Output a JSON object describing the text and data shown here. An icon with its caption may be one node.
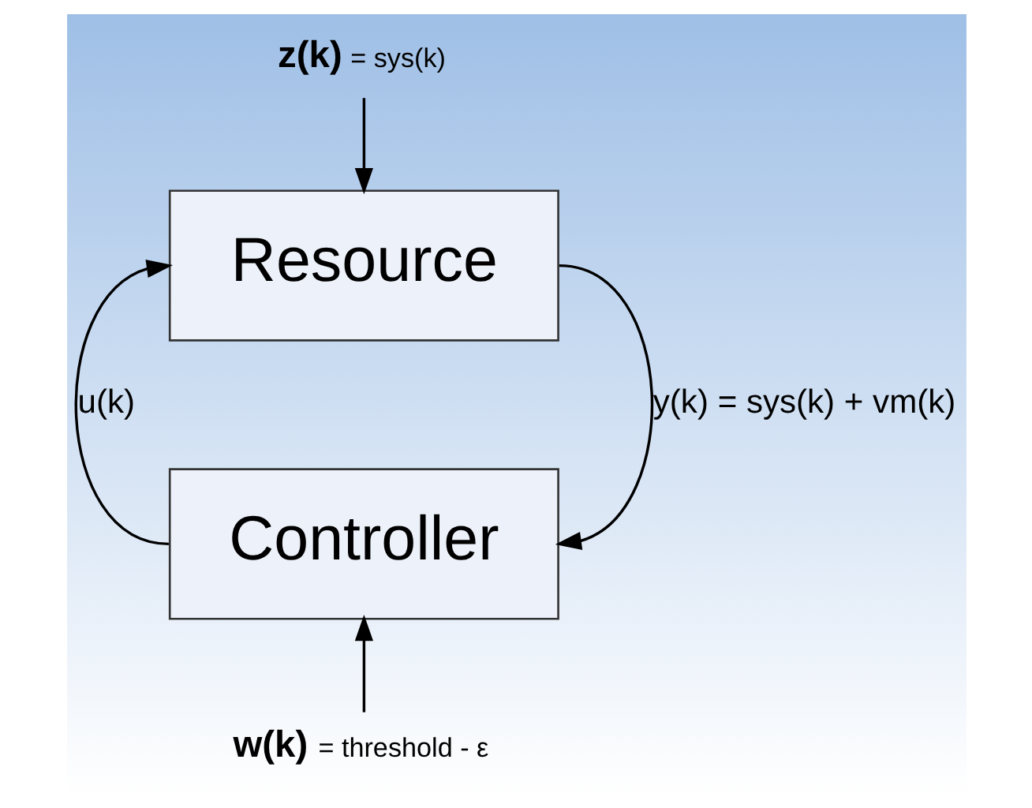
{
  "diagram": {
    "nodes": [
      {
        "text": [
          "Resource"
        ]
      },
      {
        "text": [
          "Controller"
        ]
      },
      {
        "text": [
          "z(k)",
          "= sys(k)"
        ]
      },
      {
        "text": [
          "w(k)",
          "= threshold - ε"
        ]
      }
    ],
    "edges": [
      {
        "from": 2,
        "to": 0,
        "arrow": "to"
      },
      {
        "from": 0,
        "to": 1,
        "arrow": "to",
        "label": "y(k) = sys(k) + vm(k)"
      },
      {
        "from": 1,
        "to": 0,
        "arrow": "to",
        "label": "u(k)"
      },
      {
        "from": 3,
        "to": 1,
        "arrow": "to"
      }
    ]
  }
}
